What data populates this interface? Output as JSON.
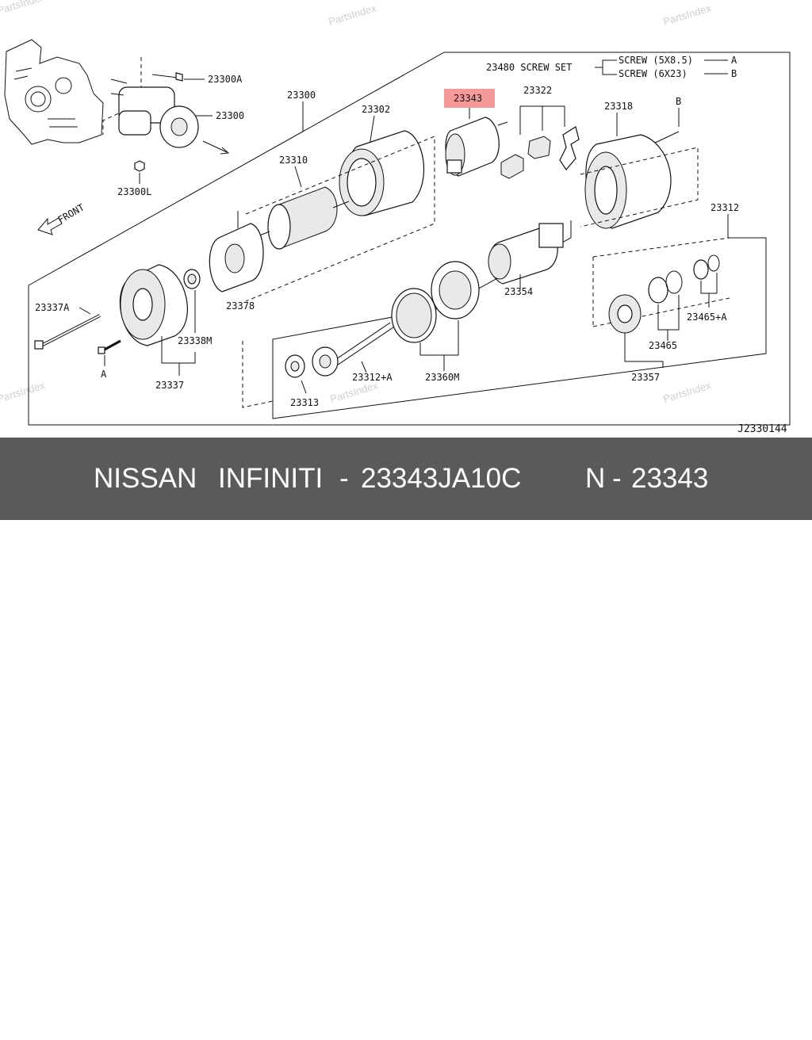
{
  "watermark": "PartsIndex",
  "diagram_code": "J2330144",
  "front_label": "FRONT",
  "highlight_color": "#f59a9a",
  "footer": {
    "brand1": "NISSAN",
    "brand2": "INFINITI",
    "sep1": "-",
    "part_number": "23343JA10C",
    "short_ref": "N",
    "sep2": "-",
    "short_number": "23343"
  },
  "screw_set": {
    "label": "23480 SCREW SET",
    "screw_a": "SCREW (5X8.5)",
    "screw_a_ref": "A",
    "screw_b": "SCREW (6X23)",
    "screw_b_ref": "B"
  },
  "labels": {
    "p23300A": "23300A",
    "p23300": "23300",
    "p23300L": "23300L",
    "p23300_main": "23300",
    "p23302": "23302",
    "p23343": "23343",
    "p23322": "23322",
    "p23318": "23318",
    "refB": "B",
    "p23310": "23310",
    "p23312": "23312",
    "p23378": "23378",
    "p23354": "23354",
    "p23337A": "23337A",
    "p23338M": "23338M",
    "refA": "A",
    "p23337": "23337",
    "p23465A": "23465+A",
    "p23465": "23465",
    "p23357": "23357",
    "p23312A": "23312+A",
    "p23360M": "23360M",
    "p23313": "23313"
  }
}
